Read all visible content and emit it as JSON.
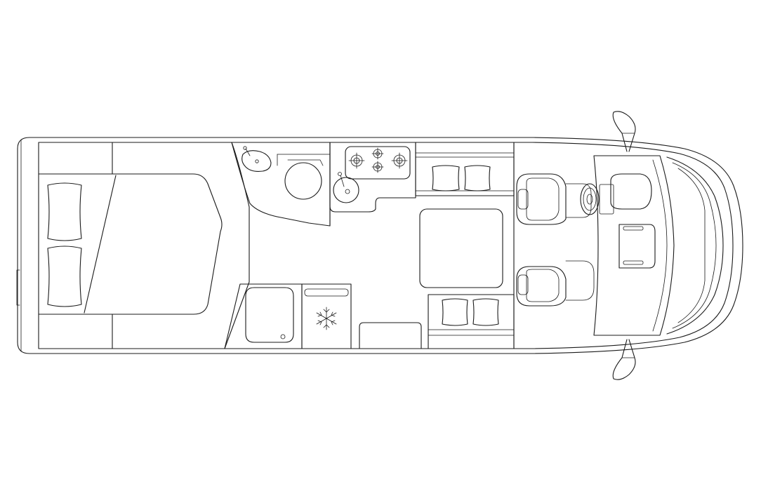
{
  "diagram": {
    "type": "motorhome-floorplan",
    "view": "top-down",
    "orientation": "cab-right",
    "line_color": "#1a1a1a",
    "background_color": "#ffffff",
    "fridge_icon": "snowflake-icon",
    "zones": [
      "rear-bed",
      "washroom",
      "kitchen",
      "dinette",
      "cab"
    ],
    "bed_pillow_count": 2,
    "hob_burner_count": 4,
    "dinette_cushion_count": 4,
    "cab_seat_count": 2
  }
}
